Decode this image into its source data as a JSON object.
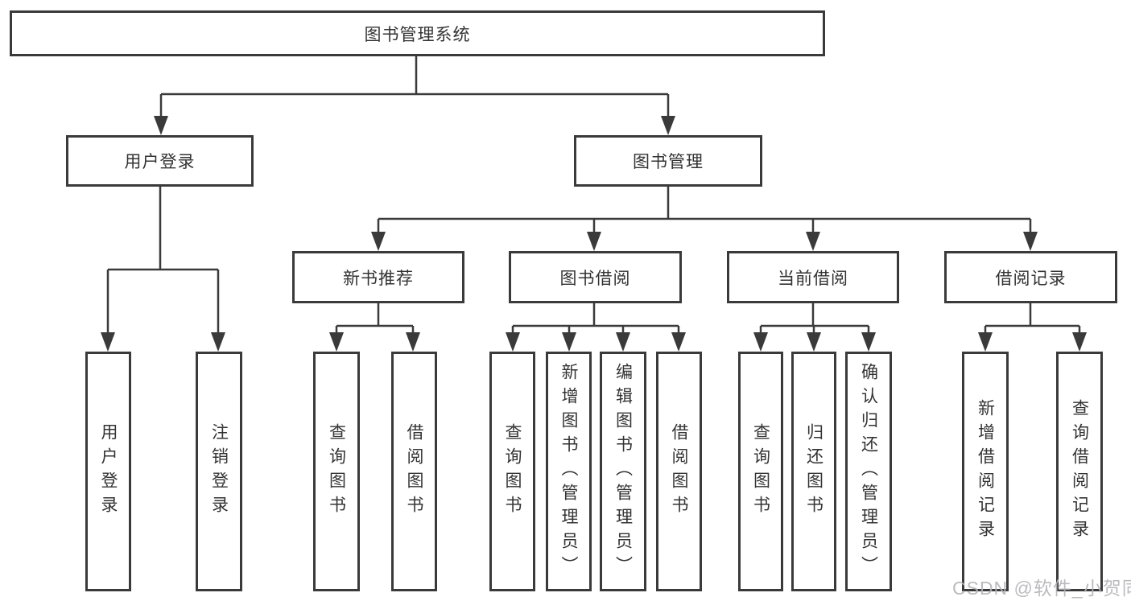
{
  "tree": {
    "root": {
      "label": "图书管理系统"
    },
    "user_branch": {
      "label": "用户登录",
      "children": [
        {
          "label": "用户登录"
        },
        {
          "label": "注销登录"
        }
      ]
    },
    "book_branch": {
      "label": "图书管理",
      "groups": [
        {
          "label": "新书推荐",
          "children": [
            {
              "label": "查询图书"
            },
            {
              "label": "借阅图书"
            }
          ]
        },
        {
          "label": "图书借阅",
          "children": [
            {
              "label": "查询图书"
            },
            {
              "label": "新增图书（管理员）"
            },
            {
              "label": "编辑图书（管理员）"
            },
            {
              "label": "借阅图书"
            }
          ]
        },
        {
          "label": "当前借阅",
          "children": [
            {
              "label": "查询图书"
            },
            {
              "label": "归还图书"
            },
            {
              "label": "确认归还（管理员）"
            }
          ]
        },
        {
          "label": "借阅记录",
          "children": [
            {
              "label": "新增借阅记录"
            },
            {
              "label": "查询借阅记录"
            }
          ]
        }
      ]
    }
  },
  "watermark": {
    "text": "CSDN @软件_小贺同学"
  },
  "colors": {
    "line": "#3a3a3a",
    "box_border": "#3a3a3a",
    "text": "#333333",
    "watermark": "#b4b4b9",
    "background": "#ffffff"
  }
}
